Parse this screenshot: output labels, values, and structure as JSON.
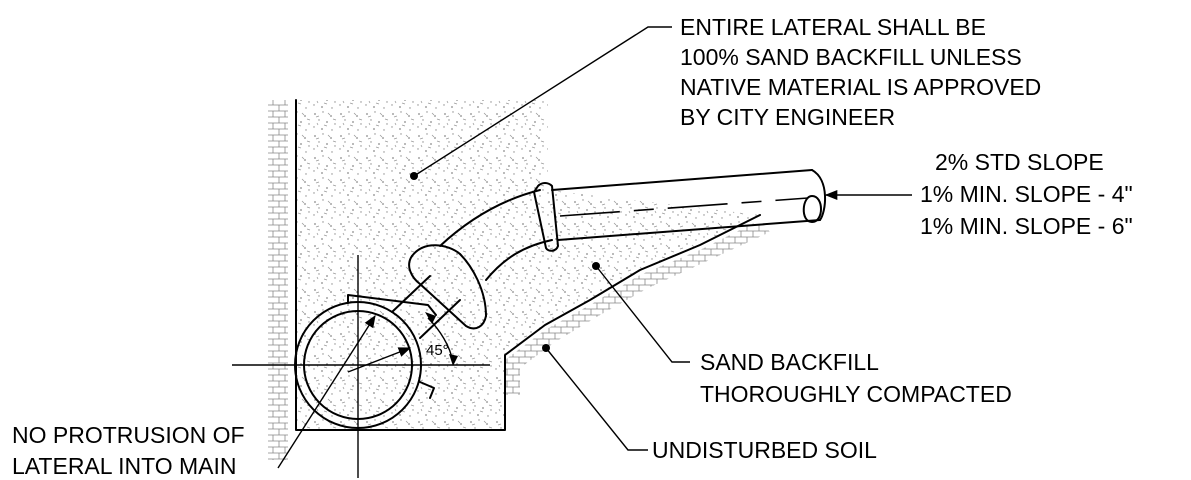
{
  "labels": {
    "backfill_note": [
      "ENTIRE LATERAL SHALL BE",
      "100% SAND BACKFILL UNLESS",
      "NATIVE MATERIAL IS APPROVED",
      "BY CITY ENGINEER"
    ],
    "slope_note": [
      "2% STD SLOPE",
      "1% MIN. SLOPE - 4\"",
      "1% MIN. SLOPE - 6\""
    ],
    "sand_note": [
      "SAND BACKFILL",
      "THOROUGHLY COMPACTED"
    ],
    "soil_note": "UNDISTURBED SOIL",
    "protrusion_note": [
      "NO PROTRUSION OF",
      "LATERAL INTO MAIN"
    ],
    "angle_label": "45°"
  },
  "colors": {
    "line": "#000000",
    "background": "#ffffff",
    "sand_stipple": "#7a7a7a"
  }
}
